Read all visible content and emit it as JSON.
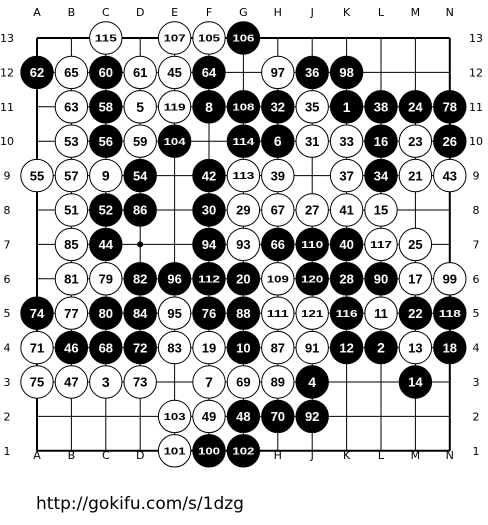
{
  "board": {
    "size": 13,
    "columns": [
      "A",
      "B",
      "C",
      "D",
      "E",
      "F",
      "G",
      "H",
      "J",
      "K",
      "L",
      "M",
      "N"
    ],
    "rows": [
      "13",
      "12",
      "11",
      "10",
      "9",
      "8",
      "7",
      "6",
      "5",
      "4",
      "3",
      "2",
      "1"
    ],
    "hoshi": [
      "D7"
    ],
    "stones": [
      {
        "pt": "C13",
        "color": "white",
        "label": "115"
      },
      {
        "pt": "E13",
        "color": "white",
        "label": "107"
      },
      {
        "pt": "F13",
        "color": "white",
        "label": "105"
      },
      {
        "pt": "G13",
        "color": "black",
        "label": "106"
      },
      {
        "pt": "A12",
        "color": "black",
        "label": "62"
      },
      {
        "pt": "B12",
        "color": "white",
        "label": "65"
      },
      {
        "pt": "C12",
        "color": "black",
        "label": "60"
      },
      {
        "pt": "D12",
        "color": "white",
        "label": "61"
      },
      {
        "pt": "E12",
        "color": "white",
        "label": "45"
      },
      {
        "pt": "F12",
        "color": "black",
        "label": "64"
      },
      {
        "pt": "H12",
        "color": "white",
        "label": "97"
      },
      {
        "pt": "J12",
        "color": "black",
        "label": "36"
      },
      {
        "pt": "K12",
        "color": "black",
        "label": "98"
      },
      {
        "pt": "B11",
        "color": "white",
        "label": "63"
      },
      {
        "pt": "C11",
        "color": "black",
        "label": "58"
      },
      {
        "pt": "D11",
        "color": "white",
        "label": "5"
      },
      {
        "pt": "E11",
        "color": "white",
        "label": "119"
      },
      {
        "pt": "F11",
        "color": "black",
        "label": "8"
      },
      {
        "pt": "G11",
        "color": "black",
        "label": "108"
      },
      {
        "pt": "H11",
        "color": "black",
        "label": "32"
      },
      {
        "pt": "J11",
        "color": "white",
        "label": "35"
      },
      {
        "pt": "K11",
        "color": "black",
        "label": "1"
      },
      {
        "pt": "L11",
        "color": "black",
        "label": "38"
      },
      {
        "pt": "M11",
        "color": "black",
        "label": "24"
      },
      {
        "pt": "N11",
        "color": "black",
        "label": "78"
      },
      {
        "pt": "B10",
        "color": "white",
        "label": "53"
      },
      {
        "pt": "C10",
        "color": "black",
        "label": "56"
      },
      {
        "pt": "D10",
        "color": "white",
        "label": "59"
      },
      {
        "pt": "E10",
        "color": "black",
        "label": "104"
      },
      {
        "pt": "G10",
        "color": "black",
        "label": "114"
      },
      {
        "pt": "H10",
        "color": "black",
        "label": "6"
      },
      {
        "pt": "J10",
        "color": "white",
        "label": "31"
      },
      {
        "pt": "K10",
        "color": "white",
        "label": "33"
      },
      {
        "pt": "L10",
        "color": "black",
        "label": "16"
      },
      {
        "pt": "M10",
        "color": "white",
        "label": "23"
      },
      {
        "pt": "N10",
        "color": "black",
        "label": "26"
      },
      {
        "pt": "A9",
        "color": "white",
        "label": "55"
      },
      {
        "pt": "B9",
        "color": "white",
        "label": "57"
      },
      {
        "pt": "C9",
        "color": "white",
        "label": "9"
      },
      {
        "pt": "D9",
        "color": "black",
        "label": "54"
      },
      {
        "pt": "F9",
        "color": "black",
        "label": "42"
      },
      {
        "pt": "G9",
        "color": "white",
        "label": "113"
      },
      {
        "pt": "H9",
        "color": "white",
        "label": "39"
      },
      {
        "pt": "K9",
        "color": "white",
        "label": "37"
      },
      {
        "pt": "L9",
        "color": "black",
        "label": "34"
      },
      {
        "pt": "M9",
        "color": "white",
        "label": "21"
      },
      {
        "pt": "N9",
        "color": "white",
        "label": "43"
      },
      {
        "pt": "B8",
        "color": "white",
        "label": "51"
      },
      {
        "pt": "C8",
        "color": "black",
        "label": "52"
      },
      {
        "pt": "D8",
        "color": "black",
        "label": "86"
      },
      {
        "pt": "F8",
        "color": "black",
        "label": "30"
      },
      {
        "pt": "G8",
        "color": "white",
        "label": "29"
      },
      {
        "pt": "H8",
        "color": "white",
        "label": "67"
      },
      {
        "pt": "J8",
        "color": "white",
        "label": "27"
      },
      {
        "pt": "K8",
        "color": "white",
        "label": "41"
      },
      {
        "pt": "L8",
        "color": "white",
        "label": "15"
      },
      {
        "pt": "B7",
        "color": "white",
        "label": "85"
      },
      {
        "pt": "C7",
        "color": "black",
        "label": "44"
      },
      {
        "pt": "F7",
        "color": "black",
        "label": "94"
      },
      {
        "pt": "G7",
        "color": "white",
        "label": "93"
      },
      {
        "pt": "H7",
        "color": "black",
        "label": "66"
      },
      {
        "pt": "J7",
        "color": "black",
        "label": "110"
      },
      {
        "pt": "K7",
        "color": "black",
        "label": "40"
      },
      {
        "pt": "L7",
        "color": "white",
        "label": "117"
      },
      {
        "pt": "M7",
        "color": "white",
        "label": "25"
      },
      {
        "pt": "B6",
        "color": "white",
        "label": "81"
      },
      {
        "pt": "C6",
        "color": "white",
        "label": "79"
      },
      {
        "pt": "D6",
        "color": "black",
        "label": "82"
      },
      {
        "pt": "E6",
        "color": "black",
        "label": "96"
      },
      {
        "pt": "F6",
        "color": "black",
        "label": "112"
      },
      {
        "pt": "G6",
        "color": "black",
        "label": "20"
      },
      {
        "pt": "H6",
        "color": "white",
        "label": "109"
      },
      {
        "pt": "J6",
        "color": "black",
        "label": "120"
      },
      {
        "pt": "K6",
        "color": "black",
        "label": "28"
      },
      {
        "pt": "L6",
        "color": "black",
        "label": "90"
      },
      {
        "pt": "M6",
        "color": "white",
        "label": "17"
      },
      {
        "pt": "N6",
        "color": "white",
        "label": "99"
      },
      {
        "pt": "A5",
        "color": "black",
        "label": "74"
      },
      {
        "pt": "B5",
        "color": "white",
        "label": "77"
      },
      {
        "pt": "C5",
        "color": "black",
        "label": "80"
      },
      {
        "pt": "D5",
        "color": "black",
        "label": "84"
      },
      {
        "pt": "E5",
        "color": "white",
        "label": "95"
      },
      {
        "pt": "F5",
        "color": "black",
        "label": "76"
      },
      {
        "pt": "G5",
        "color": "black",
        "label": "88"
      },
      {
        "pt": "H5",
        "color": "white",
        "label": "111"
      },
      {
        "pt": "J5",
        "color": "white",
        "label": "121"
      },
      {
        "pt": "K5",
        "color": "black",
        "label": "116"
      },
      {
        "pt": "L5",
        "color": "white",
        "label": "11"
      },
      {
        "pt": "M5",
        "color": "black",
        "label": "22"
      },
      {
        "pt": "N5",
        "color": "black",
        "label": "118"
      },
      {
        "pt": "A4",
        "color": "white",
        "label": "71"
      },
      {
        "pt": "B4",
        "color": "black",
        "label": "46"
      },
      {
        "pt": "C4",
        "color": "black",
        "label": "68"
      },
      {
        "pt": "D4",
        "color": "black",
        "label": "72"
      },
      {
        "pt": "E4",
        "color": "white",
        "label": "83"
      },
      {
        "pt": "F4",
        "color": "white",
        "label": "19"
      },
      {
        "pt": "G4",
        "color": "black",
        "label": "10"
      },
      {
        "pt": "H4",
        "color": "white",
        "label": "87"
      },
      {
        "pt": "J4",
        "color": "white",
        "label": "91"
      },
      {
        "pt": "K4",
        "color": "black",
        "label": "12"
      },
      {
        "pt": "L4",
        "color": "black",
        "label": "2"
      },
      {
        "pt": "M4",
        "color": "white",
        "label": "13"
      },
      {
        "pt": "N4",
        "color": "black",
        "label": "18"
      },
      {
        "pt": "A3",
        "color": "white",
        "label": "75"
      },
      {
        "pt": "B3",
        "color": "white",
        "label": "47"
      },
      {
        "pt": "C3",
        "color": "white",
        "label": "3"
      },
      {
        "pt": "D3",
        "color": "white",
        "label": "73"
      },
      {
        "pt": "F3",
        "color": "white",
        "label": "7"
      },
      {
        "pt": "G3",
        "color": "white",
        "label": "69"
      },
      {
        "pt": "H3",
        "color": "white",
        "label": "89"
      },
      {
        "pt": "J3",
        "color": "black",
        "label": "4"
      },
      {
        "pt": "M3",
        "color": "black",
        "label": "14"
      },
      {
        "pt": "E2",
        "color": "white",
        "label": "103"
      },
      {
        "pt": "F2",
        "color": "white",
        "label": "49"
      },
      {
        "pt": "G2",
        "color": "black",
        "label": "48"
      },
      {
        "pt": "H2",
        "color": "black",
        "label": "70"
      },
      {
        "pt": "J2",
        "color": "black",
        "label": "92"
      },
      {
        "pt": "E1",
        "color": "white",
        "label": "101"
      },
      {
        "pt": "F1",
        "color": "black",
        "label": "100"
      },
      {
        "pt": "G1",
        "color": "black",
        "label": "102"
      }
    ]
  },
  "footer": {
    "source_url": "http://gokifu.com/s/1dzg"
  }
}
